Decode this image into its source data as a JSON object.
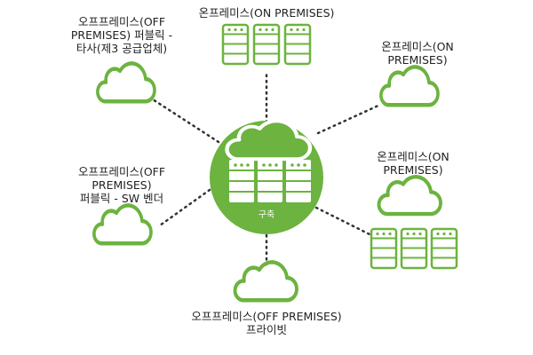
{
  "colors": {
    "accent": "#6cb33f",
    "text": "#222222",
    "connector": "#333333"
  },
  "hub": {
    "label": "구축",
    "icon": "cloud-with-server-rack-icon"
  },
  "nodes": {
    "top": {
      "line1": "온프레미스(ON PREMISES)",
      "icon": "server-rack-icon"
    },
    "upper_left": {
      "line1": "오프프레미스(OFF",
      "line2": "PREMISES) 퍼블릭 -",
      "line3": "타사(제3 공급업체)",
      "icon": "cloud-icon"
    },
    "upper_right": {
      "line1": "온프레미스(ON",
      "line2": "PREMISES)",
      "icon": "cloud-icon"
    },
    "mid_left": {
      "line1": "오프프레미스(OFF",
      "line2": "PREMISES)",
      "line3": "퍼블릭 - SW 벤더",
      "icon": "cloud-icon"
    },
    "lower_right": {
      "line1": "온프레미스(ON",
      "line2": "PREMISES)",
      "icon": "cloud-and-server-rack-icon"
    },
    "bottom": {
      "line1": "오프프레미스(OFF PREMISES)",
      "line2": "프라이빗",
      "icon": "cloud-icon"
    }
  }
}
